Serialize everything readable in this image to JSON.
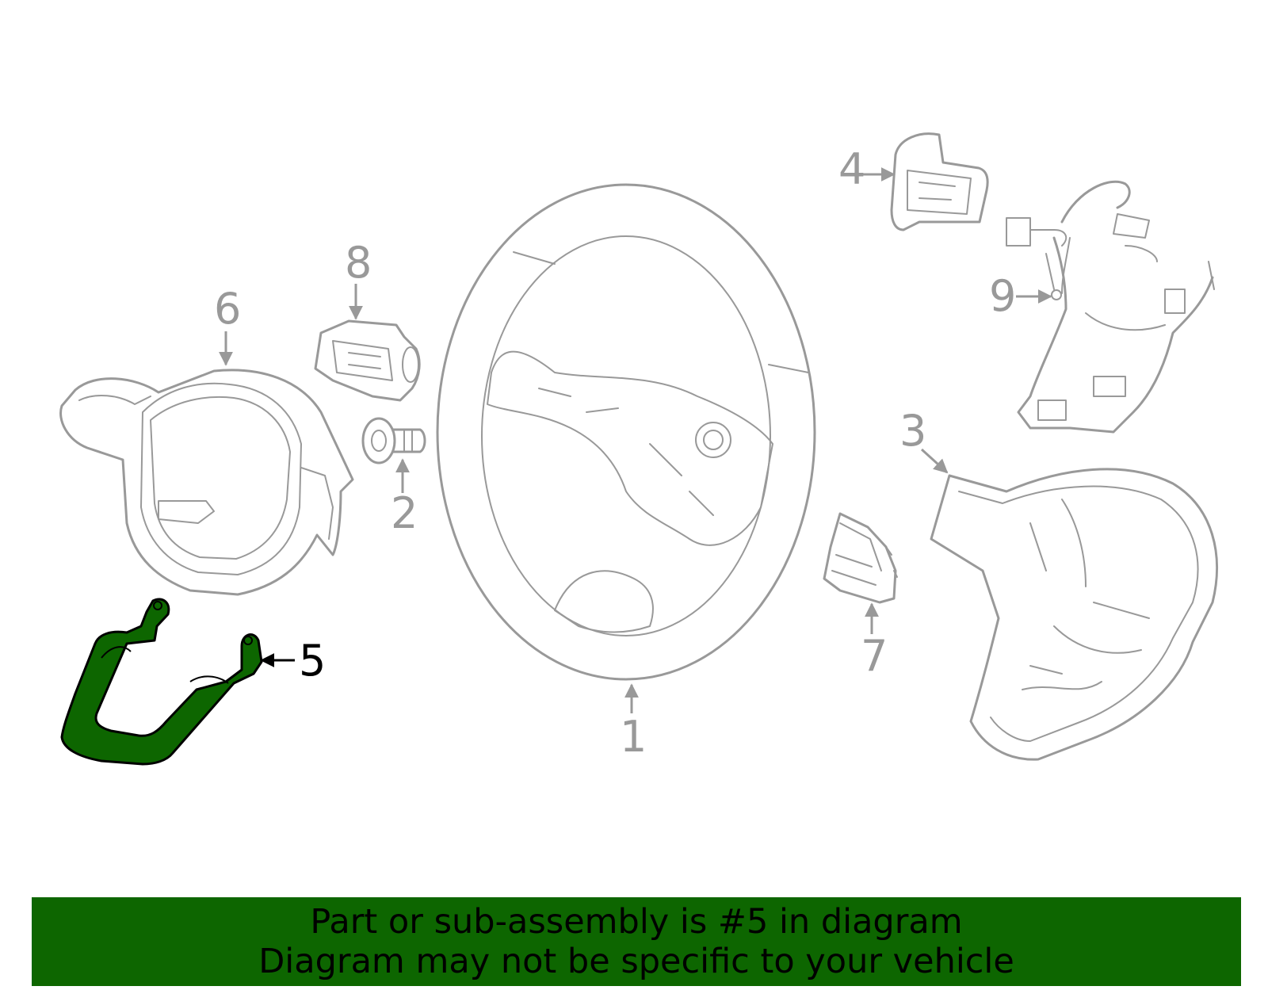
{
  "diagram": {
    "callouts": [
      {
        "id": "1",
        "label": "1"
      },
      {
        "id": "2",
        "label": "2"
      },
      {
        "id": "3",
        "label": "3"
      },
      {
        "id": "4",
        "label": "4"
      },
      {
        "id": "5",
        "label": "5"
      },
      {
        "id": "6",
        "label": "6"
      },
      {
        "id": "7",
        "label": "7"
      },
      {
        "id": "8",
        "label": "8"
      },
      {
        "id": "9",
        "label": "9"
      }
    ],
    "highlighted_part": "5",
    "colors": {
      "line": "#999999",
      "highlight_fill": "#0d6600",
      "highlight_outline": "#000000",
      "banner": "#0d6600"
    }
  },
  "banner": {
    "line1": "Part or sub-assembly is #5 in diagram",
    "line2": "Diagram may not be specific to your vehicle"
  }
}
